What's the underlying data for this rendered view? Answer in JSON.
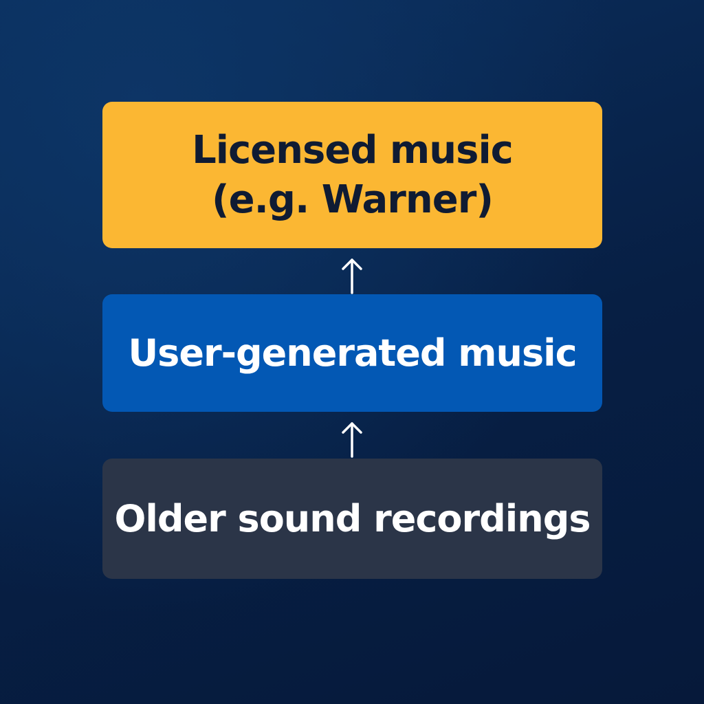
{
  "diagram": {
    "boxes": {
      "top": {
        "label": "Licensed music\n(e.g. Warner)",
        "color": "#fbb733"
      },
      "middle": {
        "label": "User-generated music",
        "color": "#0358b4"
      },
      "bottom": {
        "label": "Older sound recordings",
        "color": "#2b3548"
      }
    },
    "arrows": [
      {
        "from": "middle",
        "to": "top",
        "icon": "arrow-up-icon"
      },
      {
        "from": "bottom",
        "to": "middle",
        "icon": "arrow-up-icon"
      }
    ],
    "colors": {
      "background": "#071f44",
      "arrow": "#ffffff"
    }
  }
}
